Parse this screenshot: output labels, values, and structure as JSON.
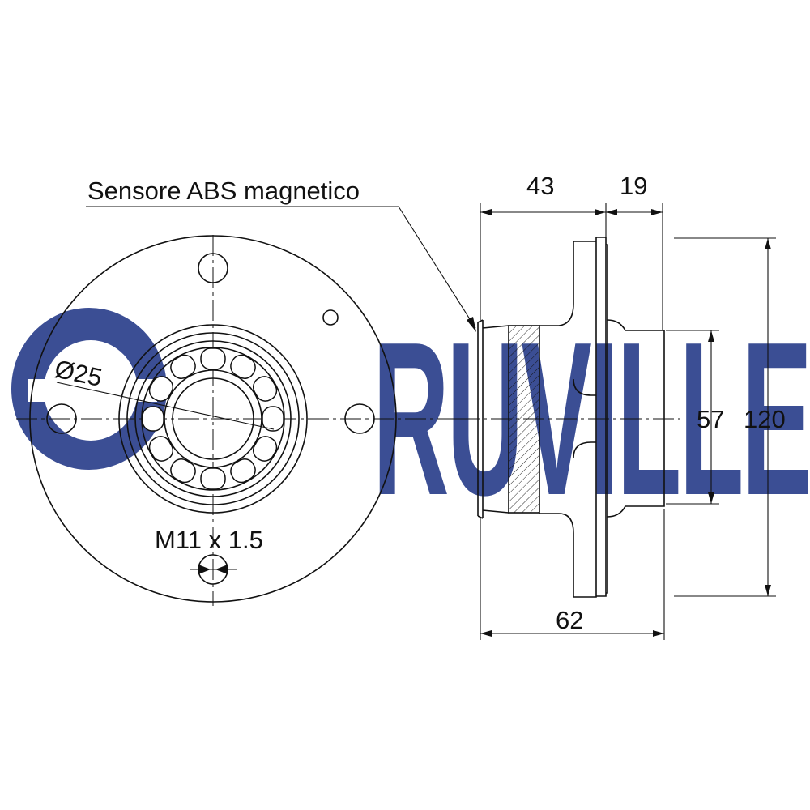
{
  "watermark": {
    "text": "RUVILLE",
    "color": "#2b3f8c"
  },
  "labels": {
    "sensor": "Sensore ABS magnetico",
    "bore": "Ø25",
    "thread": "M11 x 1.5"
  },
  "dimensions": {
    "flange_offset": "43",
    "pilot_length": "19",
    "pilot_diameter": "57",
    "flange_diameter": "120",
    "total_length": "62"
  }
}
